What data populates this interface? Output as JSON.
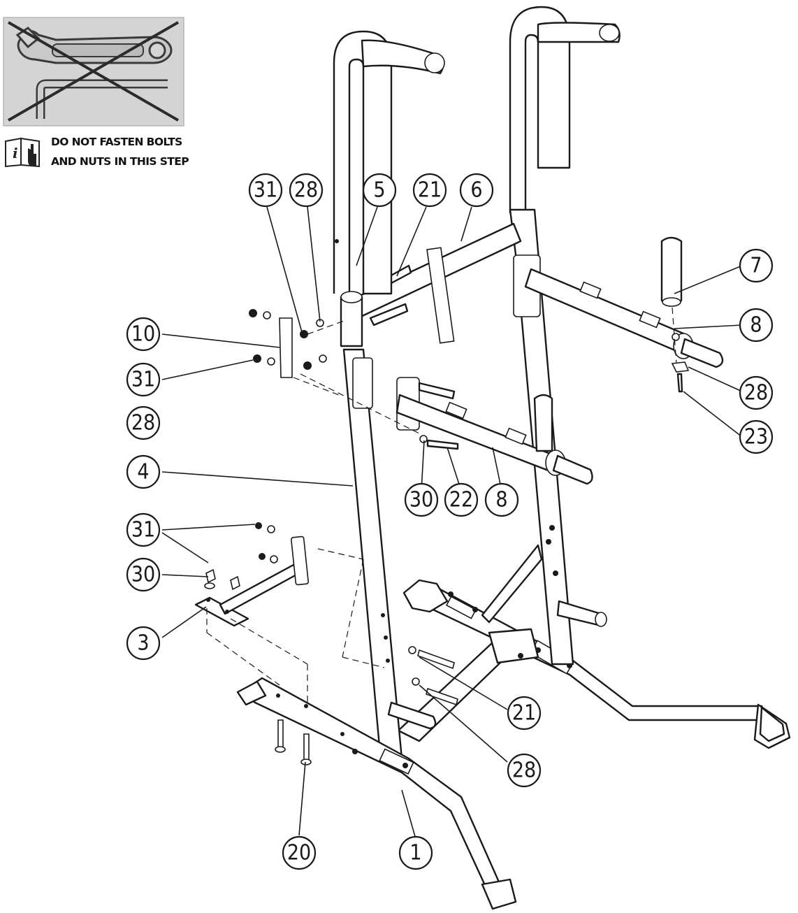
{
  "warning": {
    "icon": "no-wrench-icon",
    "info_icon": "info-manual-icon",
    "line1": "DO NOT FASTEN BOLTS",
    "line2": "AND NUTS IN THIS STEP"
  },
  "callouts": [
    "31",
    "28",
    "5",
    "21",
    "6",
    "7",
    "8",
    "10",
    "31",
    "28",
    "23",
    "28",
    "30",
    "22",
    "8",
    "4",
    "31",
    "30",
    "3",
    "21",
    "28",
    "20",
    "1"
  ]
}
